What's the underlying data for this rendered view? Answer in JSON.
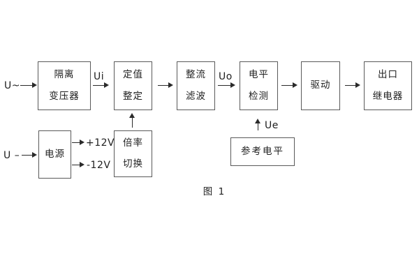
{
  "diagram": {
    "caption": "图 1",
    "colors": {
      "background": "#ffffff",
      "box_border": "#595959",
      "line": "#2a2a2a",
      "text": "#212121"
    },
    "boxes": [
      {
        "id": "isolation-transformer",
        "lines": [
          "隔离",
          "变压器"
        ]
      },
      {
        "id": "setpoint-adjust",
        "lines": [
          "定值",
          "整定"
        ]
      },
      {
        "id": "rectify-filter",
        "lines": [
          "整流",
          "滤波"
        ]
      },
      {
        "id": "level-detect",
        "lines": [
          "电平",
          "检测"
        ]
      },
      {
        "id": "driver",
        "lines": [
          "驱动"
        ]
      },
      {
        "id": "output-relay",
        "lines": [
          "出口",
          "继电器"
        ]
      },
      {
        "id": "power-supply",
        "lines": [
          "电源"
        ]
      },
      {
        "id": "ratio-switch",
        "lines": [
          "倍率",
          "切换"
        ]
      },
      {
        "id": "reference-level",
        "lines": [
          "参考电平"
        ]
      }
    ],
    "labels": {
      "u_ac": "U~",
      "u_dc": "U –",
      "ui": "Ui",
      "uo": "Uo",
      "ue": "Ue",
      "plus12v": "+12V",
      "minus12v": "-12V"
    }
  }
}
